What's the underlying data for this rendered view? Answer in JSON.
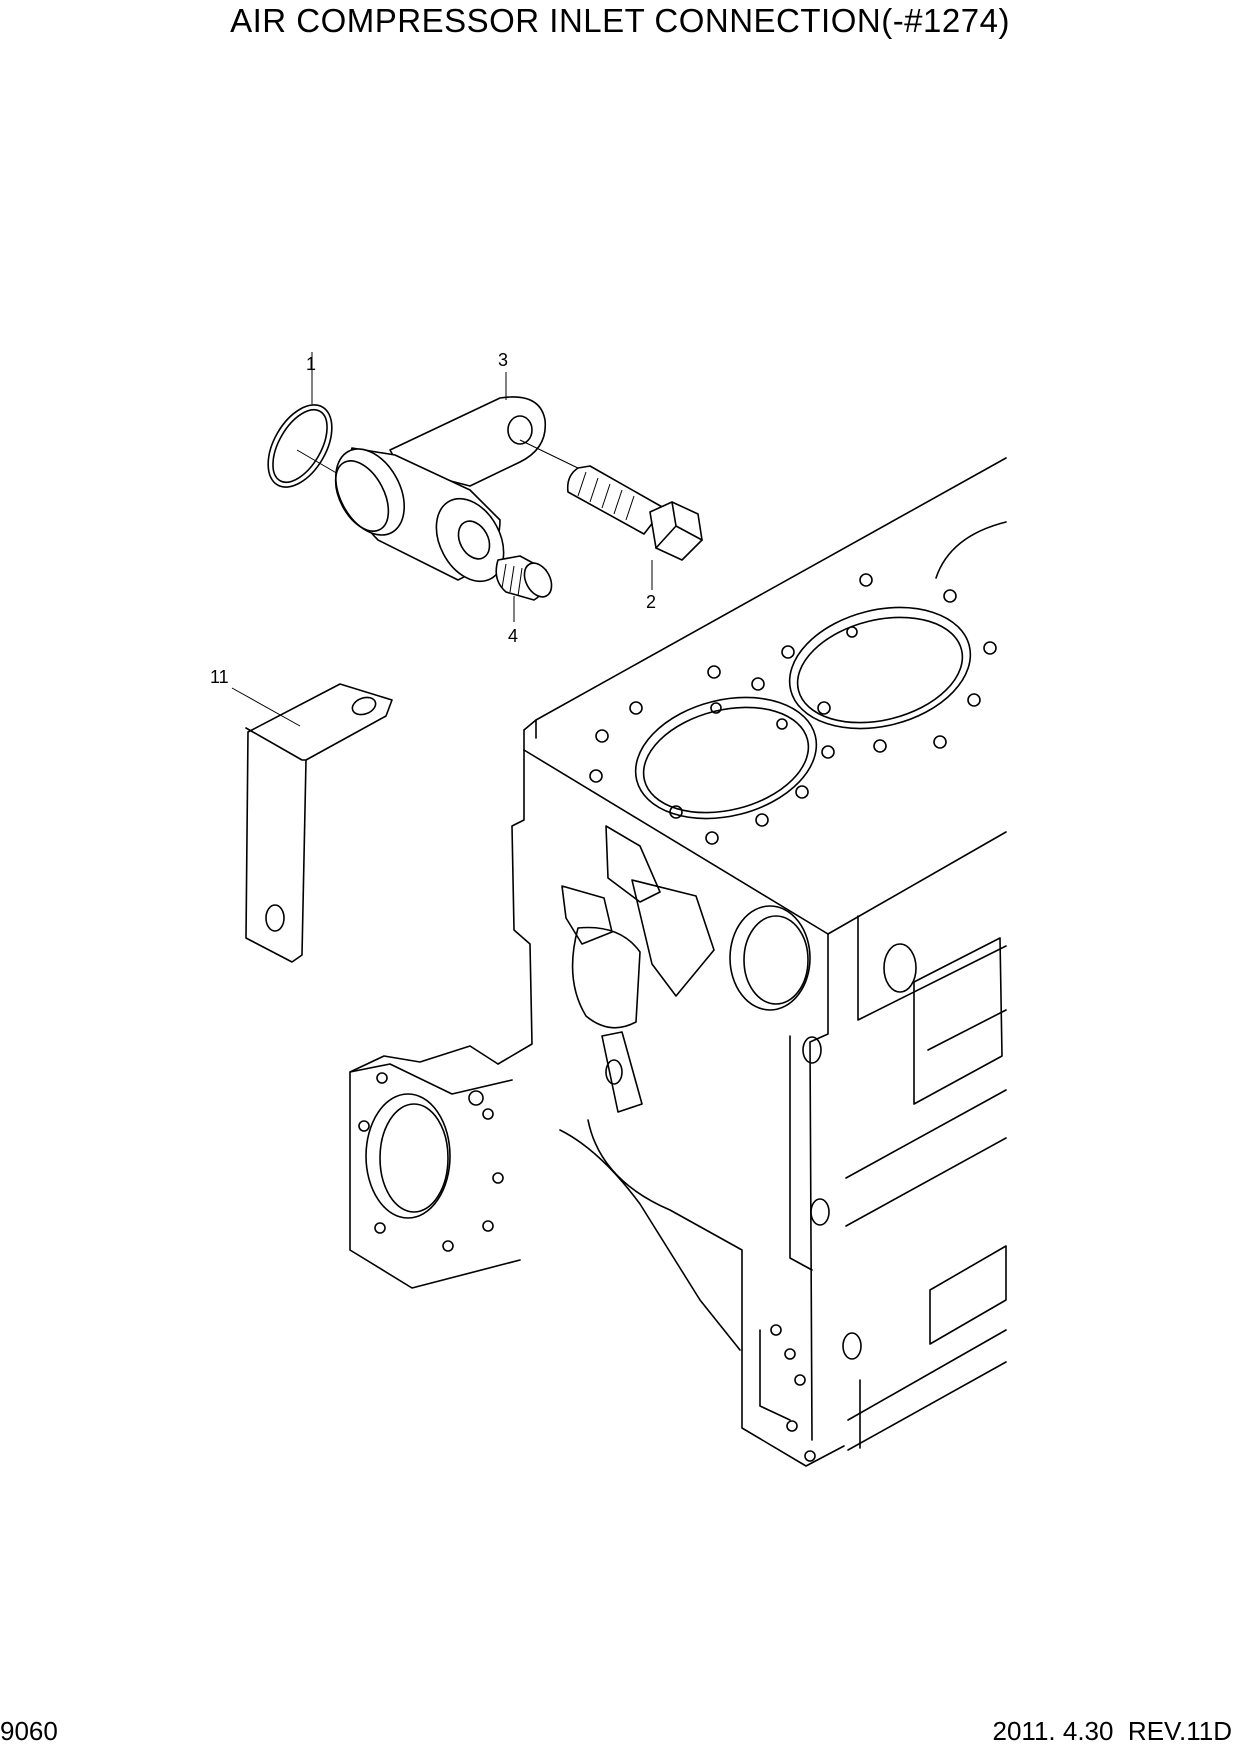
{
  "title": "AIR COMPRESSOR INLET CONNECTION(-#1274)",
  "footer": {
    "page_code": "9060",
    "date_rev": "2011. 4.30  REV.11D"
  },
  "callouts": {
    "c1": "1",
    "c2": "2",
    "c3": "3",
    "c4": "4",
    "c11": "11"
  }
}
